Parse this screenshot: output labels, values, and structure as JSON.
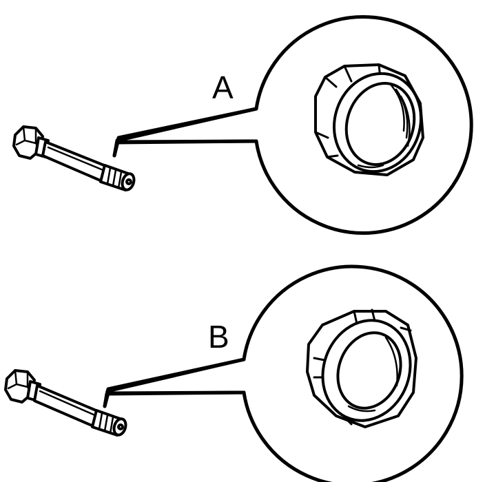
{
  "callouts": [
    {
      "id": "A",
      "letter": "A",
      "nut_variant": "hex-plain"
    },
    {
      "id": "B",
      "letter": "B",
      "nut_variant": "slotted-castellated"
    }
  ],
  "colors": {
    "ink": "#000000",
    "paper": "#ffffff"
  },
  "icons": [
    "bolt-icon",
    "hex-nut-icon",
    "slotted-nut-icon"
  ]
}
